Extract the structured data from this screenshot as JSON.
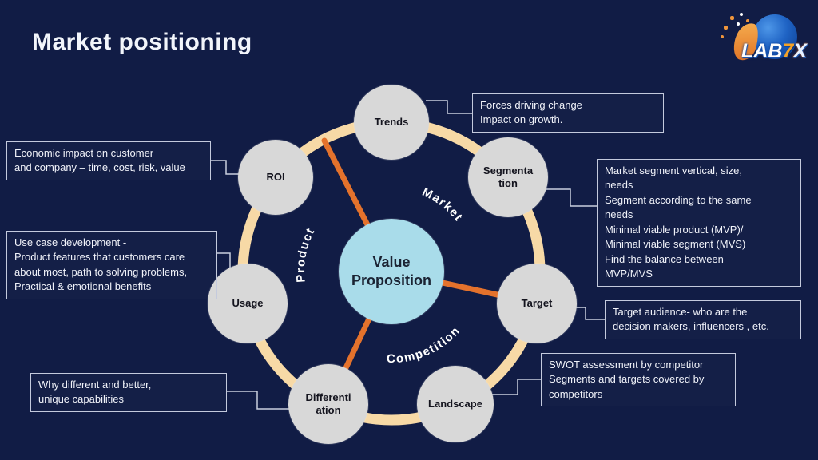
{
  "title": "Market positioning",
  "logo": {
    "brand_lab": "LAB",
    "brand_seven": "7",
    "brand_x": "X"
  },
  "center_node": {
    "lines": [
      "Value",
      "Proposition"
    ]
  },
  "sector_labels": {
    "market": "Market",
    "product": "Product",
    "competition": "Competition"
  },
  "nodes": {
    "trends": {
      "lines": [
        "Trends"
      ]
    },
    "segmentation": {
      "lines": [
        "Segmenta",
        "tion"
      ]
    },
    "roi": {
      "lines": [
        "ROI"
      ]
    },
    "usage": {
      "lines": [
        "Usage"
      ]
    },
    "target": {
      "lines": [
        "Target"
      ]
    },
    "differentiation": {
      "lines": [
        "Differenti",
        "ation"
      ]
    },
    "landscape": {
      "lines": [
        "Landscape"
      ]
    }
  },
  "callouts": {
    "trends": {
      "lines": [
        "Forces driving change",
        "Impact on growth."
      ]
    },
    "segmentation": {
      "lines": [
        "Market segment vertical, size,",
        "needs",
        "Segment according to the same",
        "needs",
        "Minimal viable product (MVP)/",
        "Minimal viable segment (MVS)",
        "Find the balance between",
        "MVP/MVS"
      ]
    },
    "roi": {
      "lines": [
        "Economic impact on customer",
        "and company – time, cost, risk, value"
      ]
    },
    "usage": {
      "lines": [
        "Use case development -",
        "Product features that customers care",
        "about most, path to solving problems,",
        "Practical & emotional benefits"
      ]
    },
    "differentiation": {
      "lines": [
        "Why different and better,",
        "unique capabilities"
      ]
    },
    "target": {
      "lines": [
        "Target audience- who are the",
        "decision makers, influencers , etc."
      ]
    },
    "landscape": {
      "lines": [
        "SWOT assessment by competitor",
        "Segments and targets covered by",
        "competitors"
      ]
    }
  },
  "colors": {
    "background": "#111c45",
    "ring": "#f7d9a6",
    "spoke": "#e4722c",
    "node_fill": "#d8d8d8",
    "center_fill": "#a9dcea",
    "callout_border": "#c4cadd",
    "text": "#f0f2f9",
    "logo_orange": "#f5a126",
    "logo_blue": "#1f63c4"
  }
}
